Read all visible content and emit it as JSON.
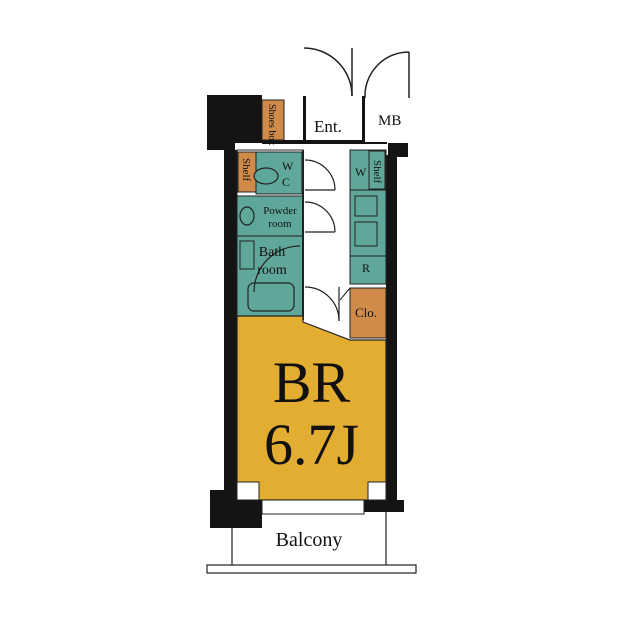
{
  "floor_plan": {
    "colors": {
      "wall": "#141414",
      "bedroom_floor": "#e3ad32",
      "wet_area": "#5fa79a",
      "storage": "#d08a4a",
      "balcony_bg": "#ffffff",
      "corridor": "#ffffff"
    },
    "rooms": {
      "bedroom_name": "BR",
      "bedroom_size": "6.7J",
      "entrance": "Ent.",
      "meter_box": "MB",
      "shoes_box": "Shoes box",
      "wc_w": "W",
      "wc_c": "C",
      "shelf_left": "Shelf",
      "shelf_right": "Shelf",
      "washer": "W",
      "powder_room": "Powder\nroom",
      "bathroom": "Bath\nroom",
      "refrigerator": "R",
      "closet": "Clo.",
      "balcony": "Balcony"
    }
  }
}
